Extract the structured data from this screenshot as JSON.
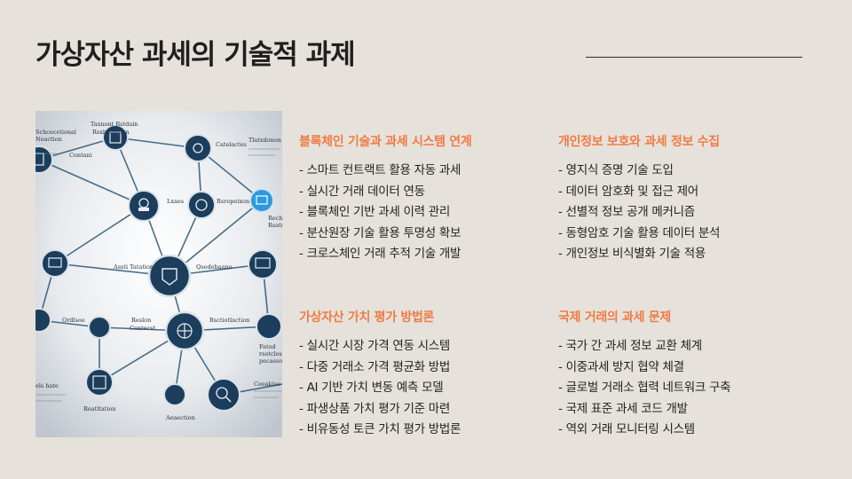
{
  "slide": {
    "title": "가상자산 과세의 기술적 과제"
  },
  "figure": {
    "labels": {
      "tl1": "Taxnont Rstdain",
      "tl2": "Rsxbaeeoion",
      "tl3": "Schcecetional",
      "tl4": "Neaction",
      "c1": "Contani",
      "c2": "Catelactes",
      "tr1": "Tlatxdonon",
      "mid1": "Lxaes",
      "mid2": "Rsropeixon",
      "mid3": "Assti Tatation",
      "mid4": "Qsodebaano",
      "r1": "Rech",
      "r2": "Rsatr",
      "l1": "Ordlsoe",
      "l2": "Reslon",
      "l3": "Contecst",
      "l4": "Rsctiotlaction",
      "r3": "Fatod",
      "r4": "rsetclos",
      "r5": "pecassos",
      "b1": "els hate",
      "b2": "Reatltation",
      "b3": "Aeaection",
      "b4": "Ceeakiso"
    }
  },
  "sections": [
    {
      "heading": "블록체인 기술과 과세 시스템 연계",
      "items": [
        "스마트 컨트랙트 활용 자동 과세",
        "실시간 거래 데이터 연동",
        "블록체인 기반 과세 이력 관리",
        "분산원장 기술 활용 투명성 확보",
        "크로스체인 거래 추적 기술 개발"
      ]
    },
    {
      "heading": "개인정보 보호와 과세 정보 수집",
      "items": [
        "영지식 증명 기술 도입",
        "데이터 암호화 및 접근 제어",
        "선별적 정보 공개 메커니즘",
        "동형암호 기술 활용 데이터 분석",
        "개인정보 비식별화 기술 적용"
      ]
    },
    {
      "heading": "가상자산 가치 평가 방법론",
      "items": [
        "실시간 시장 가격 연동 시스템",
        "다중 거래소 가격 평균화 방법",
        "AI 기반 가치 변동 예측 모델",
        "파생상품 가치 평가 기준 마련",
        "비유동성 토큰 가치 평가 방법론"
      ]
    },
    {
      "heading": "국제 거래의 과세 문제",
      "items": [
        "국가 간 과세 정보 교환 체계",
        "이중과세 방지 협약 체결",
        "글로벌 거래소 협력 네트워크 구축",
        "국제 표준 과세 코드 개발",
        "역외 거래 모니터링 시스템"
      ]
    }
  ],
  "colors": {
    "background": "#e6e2db",
    "heading_accent": "#ef7b45",
    "node_dark": "#1c3d5c",
    "node_accent": "#2a9be0"
  }
}
